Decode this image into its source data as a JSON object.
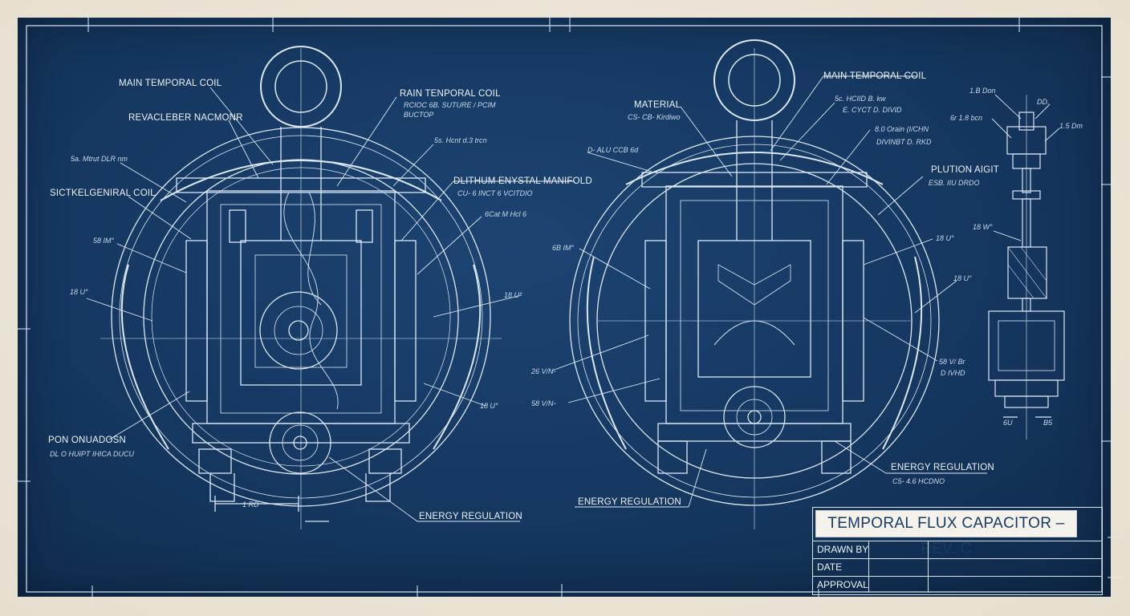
{
  "title_block": {
    "title": "TEMPORAL FLUX CAPACITOR – REV. C",
    "rows": [
      {
        "label": "DRAWN BY"
      },
      {
        "label": "DATE"
      },
      {
        "label": "APPROVAL"
      }
    ]
  },
  "left_view": {
    "labels": {
      "coil_top": "MAIN TEMPORAL COIL",
      "coil_top_right": "RAIN TENPORAL COIL",
      "coil_top_right_sub": "RCIOC 6B. SUTURE / PCIM\nBUCTOP",
      "mechanism": "REVACLEBER NACMONR",
      "spec_a": "5a. Mtrut DLR nm",
      "spec_b": "5s. Hcnt d.3 trcn",
      "secondary_coil": "SICTKELGENIRAL COIL",
      "manifold": "DLITHUM ENYSTAL MANIFOLD",
      "manifold_sub": "CU- 6 INCT 6 VCITDIO",
      "spec_c": "6Cat M Hcl 6",
      "dim_1": "58 IM°",
      "dim_2": "18 U°",
      "dim_3": "18 U°",
      "dim_4": "18 U°",
      "foundation": "PON ONUADOSN",
      "foundation_sub": "DL O HUIPT IHICA DUCU",
      "bottom_dim": "1 RD",
      "energy": "ENERGY REGULATION"
    }
  },
  "right_view": {
    "labels": {
      "coil_top": "MAIN TEMPORAL COIL",
      "coil_sub": "5c. HCIID B. kw\nE. CYCT D. DIVID",
      "material": "MATERIAL",
      "material_sub": "CS- CB- Kirdiwo",
      "spec_a": "D- ALU CCB 6d",
      "spec_b": "8.0 Orain (I/CHN\nDIVINBT D. RKD",
      "pluton": "PLUTION AIGIT",
      "pluton_sub": "ESB. IIU DRDO",
      "dim_1": "6B IM°",
      "dim_2": "18 U°",
      "dim_3": "18 U°",
      "dim_4": "26 V/N-",
      "dim_5": "58 V/N-",
      "dim_6": "58 V/ Br\nD IVHD",
      "energy_left": "ENERGY REGULATION",
      "energy_right": "ENERGY REGULATION",
      "energy_right_sub": "C5- 4.6 HCDNO"
    }
  },
  "side_view": {
    "labels": {
      "top": "1.B Don",
      "right_top": "DD.",
      "spec": "6r 1.8 bcn",
      "dim_right": "1.5 Dm",
      "dim_mid": "18 W°",
      "dim_bottom_left": "6U",
      "dim_bottom_right": "B5"
    }
  }
}
